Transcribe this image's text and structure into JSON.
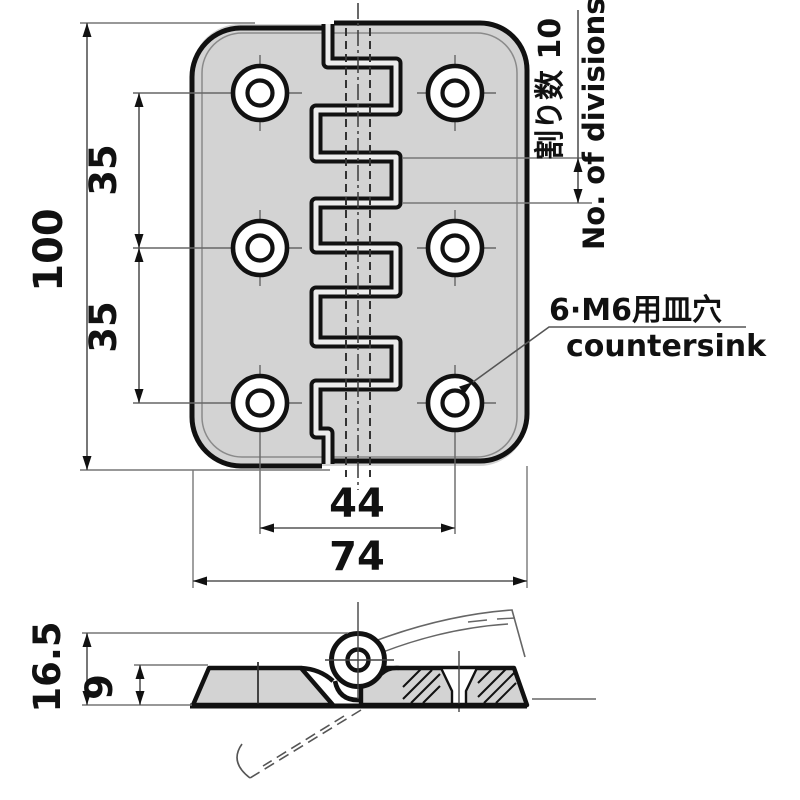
{
  "drawing": {
    "top_view": {
      "height_label": "100",
      "pitch_top_label": "35",
      "pitch_bottom_label": "35",
      "hole_span_label": "44",
      "width_label": "74",
      "divisions_note_jp": "割り数 10",
      "divisions_note_en": "No. of divisions",
      "countersink_note_jp": "6·M6用皿穴",
      "countersink_note_en": "countersink"
    },
    "side_view": {
      "total_thickness_label": "16.5",
      "leaf_thickness_label": "9"
    }
  }
}
